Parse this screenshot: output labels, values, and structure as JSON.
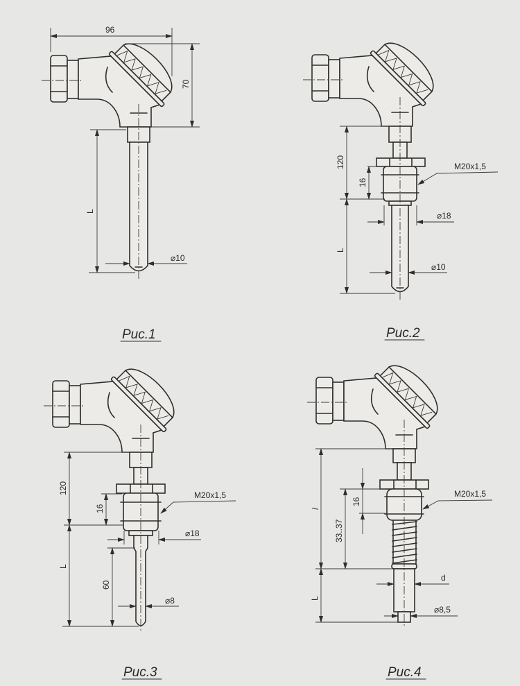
{
  "figures": [
    {
      "caption": "Рис.1",
      "dims": {
        "width": "96",
        "height": "70",
        "length": "L",
        "diameter": "⌀10"
      }
    },
    {
      "caption": "Рис.2",
      "dims": {
        "top": "120",
        "thread_len": "16",
        "length": "L",
        "thread": "M20x1,5",
        "fitting_diameter": "⌀18",
        "diameter": "⌀10"
      }
    },
    {
      "caption": "Рис.3",
      "dims": {
        "top": "120",
        "thread_len": "16",
        "length": "L",
        "tip_len": "60",
        "thread": "M20x1,5",
        "fitting_diameter": "⌀18",
        "diameter": "⌀8"
      }
    },
    {
      "caption": "Рис.4",
      "dims": {
        "top": "l",
        "thread_len": "16",
        "spring_len": "33..37",
        "length": "L",
        "thread": "M20x1,5",
        "rod_diameter": "d",
        "diameter": "⌀8,5"
      }
    }
  ]
}
